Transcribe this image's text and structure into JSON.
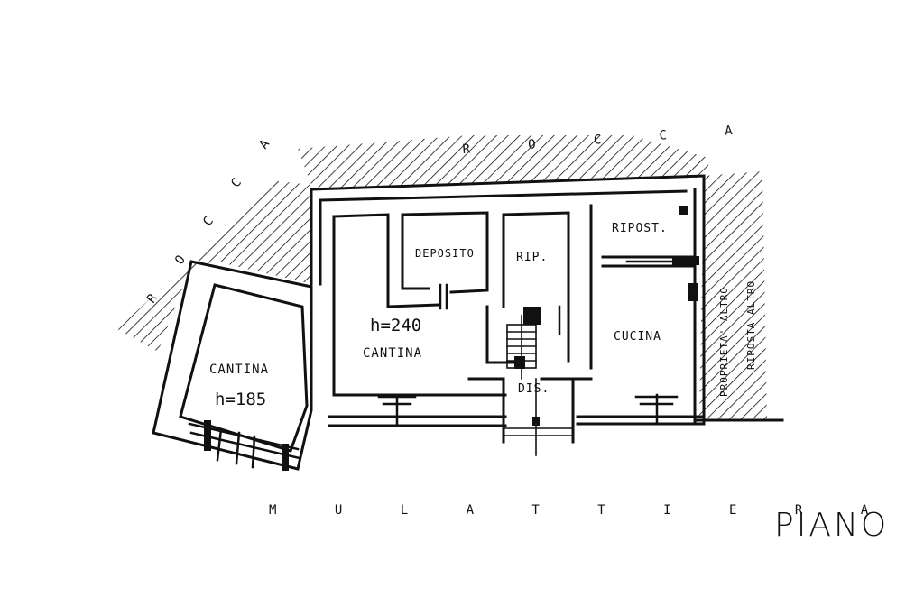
{
  "surroundings": {
    "rock": "R O C C A",
    "rock_left": "R O C C A",
    "path": "M U L A T T I E R A",
    "neighbour": "PROPRIETA' ALTRO",
    "neighbour2": "RIPOSTA ALTRO"
  },
  "rooms": {
    "cantina_left": {
      "name": "CANTINA",
      "height": "h=185"
    },
    "cantina_main": {
      "name": "CANTINA",
      "height": "h=240"
    },
    "deposito": {
      "name": "DEPOSITO"
    },
    "rip": {
      "name": "RIP."
    },
    "ripost": {
      "name": "RIPOST."
    },
    "cucina": {
      "name": "CUCINA"
    },
    "dis": {
      "name": "DIS."
    }
  },
  "title": "PIANO"
}
